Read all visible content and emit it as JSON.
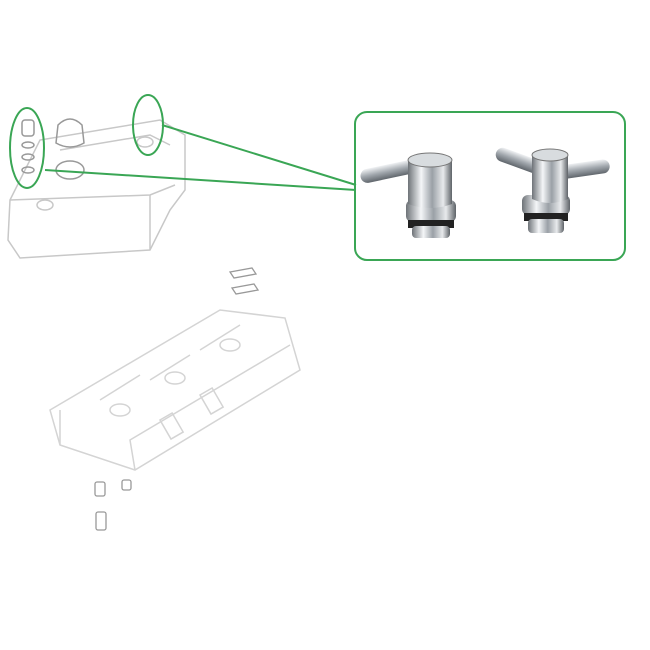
{
  "colors": {
    "highlight": "#3aa655",
    "line_art": "#c8c8c8",
    "background": "#ffffff",
    "chrome": "#b8bcc0"
  },
  "icons": [
    "rocker-cover-drawing",
    "cylinder-head-drawing",
    "t-handle-knob-photo"
  ]
}
